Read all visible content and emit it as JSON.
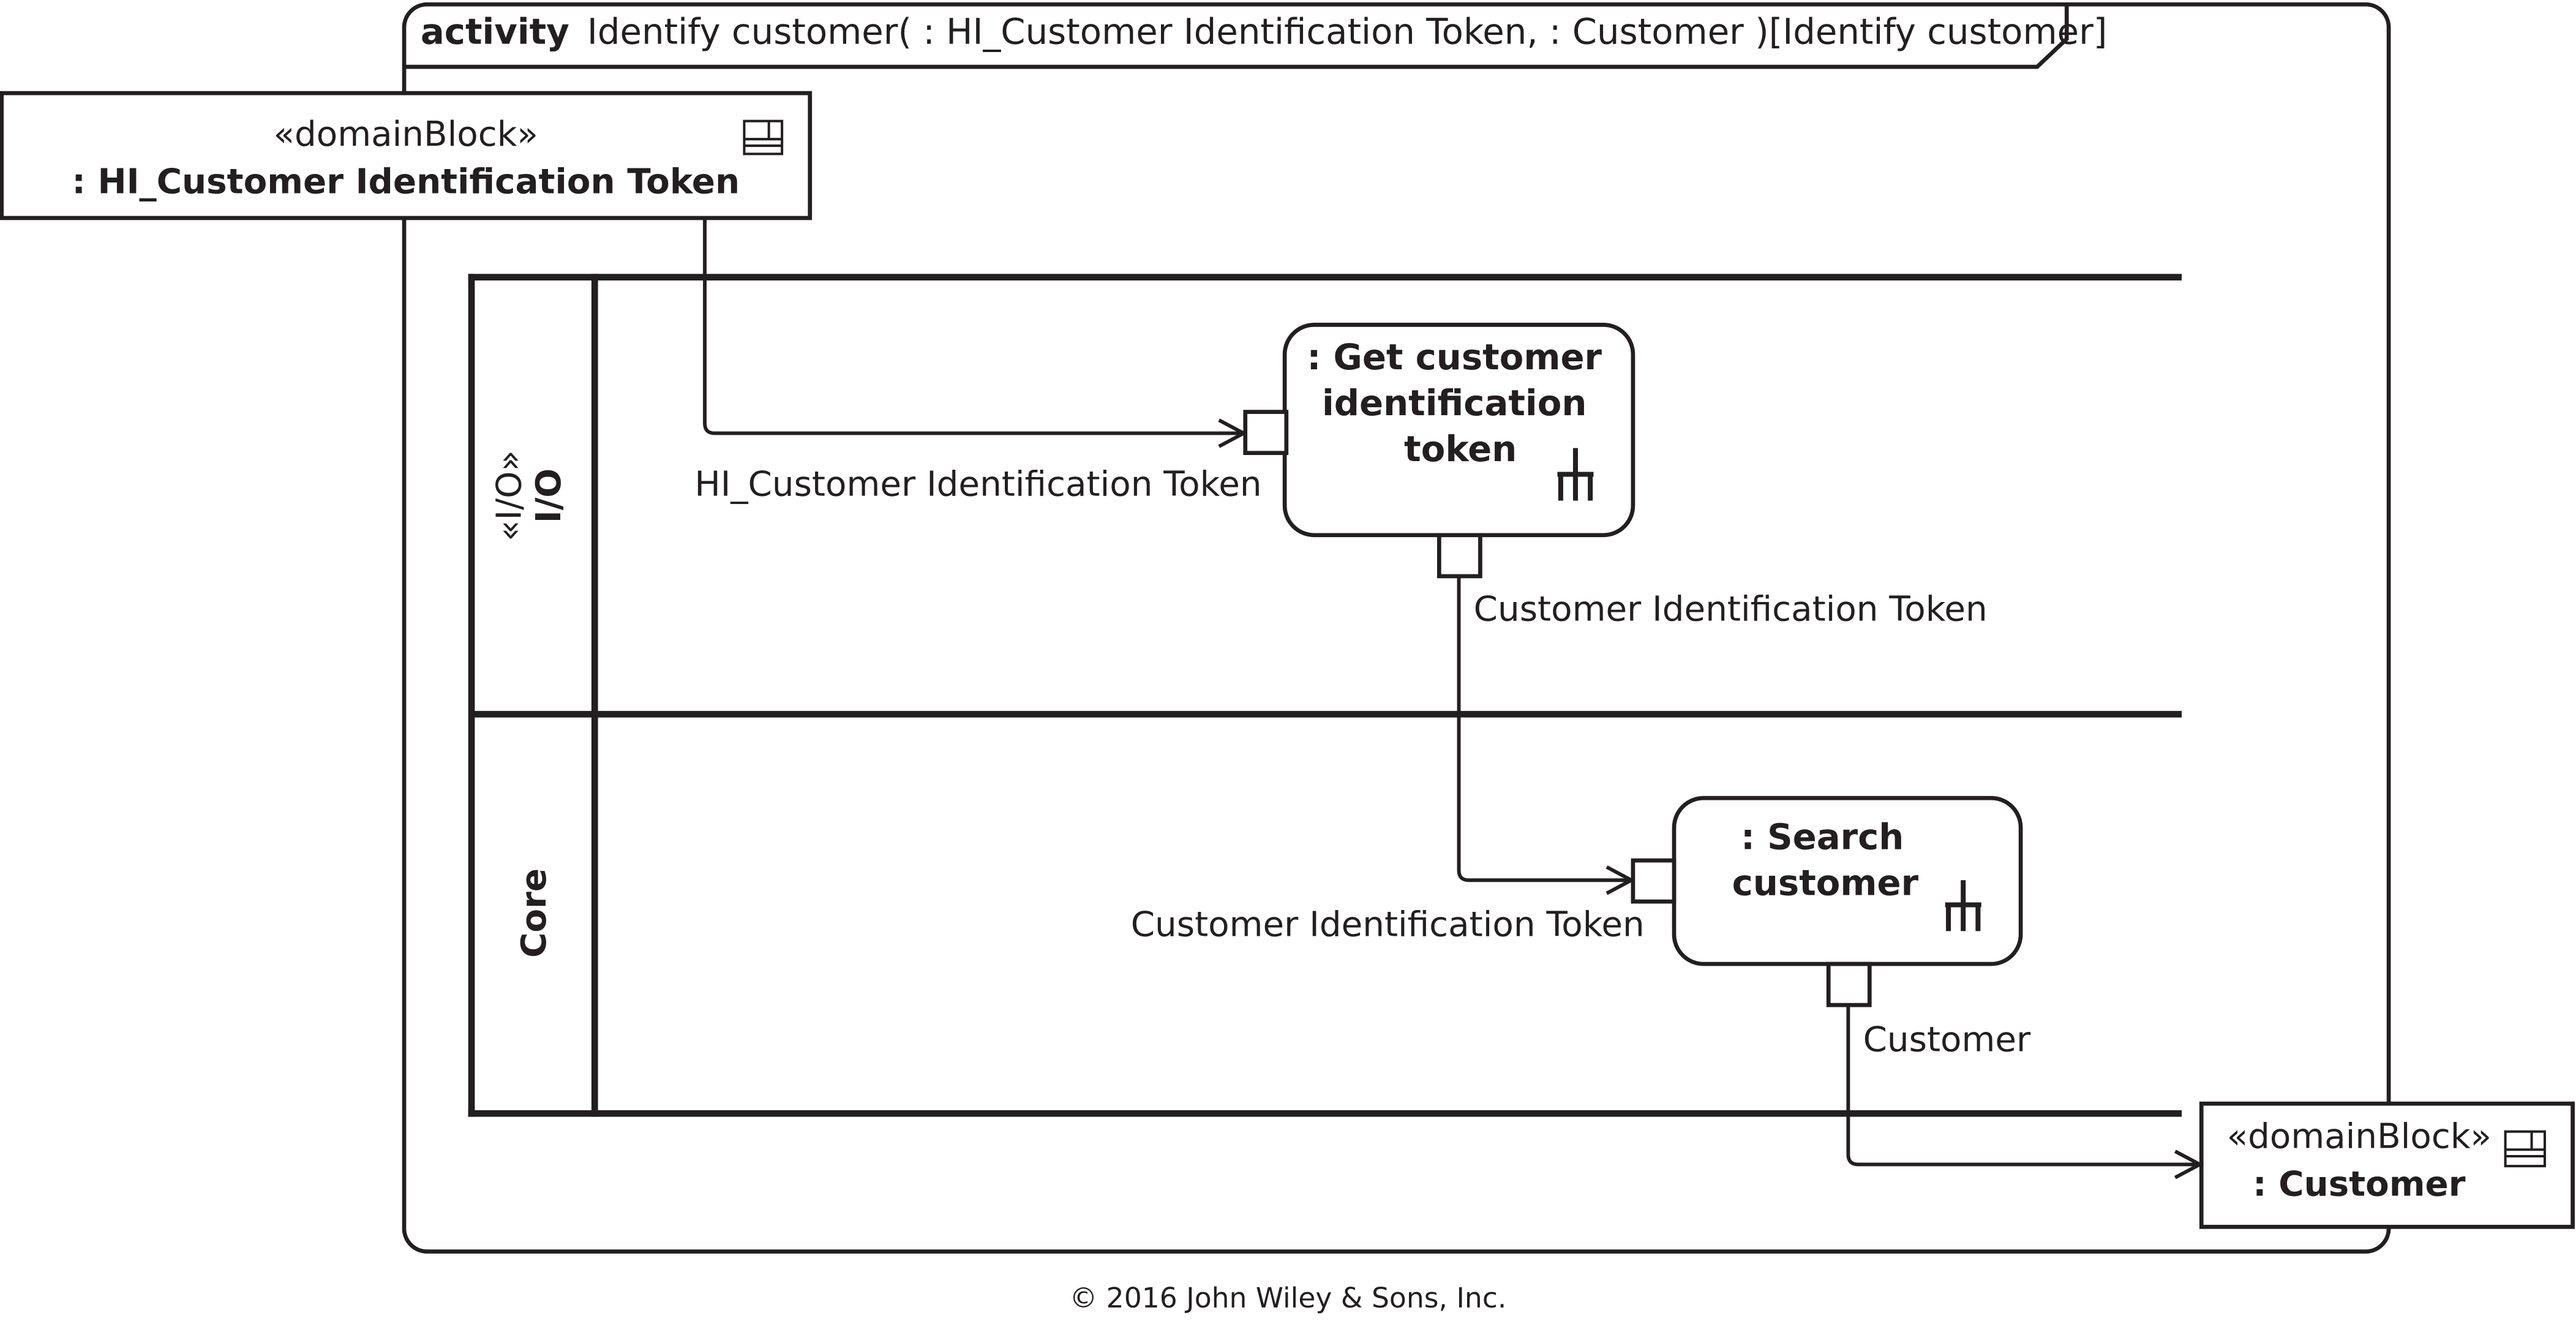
{
  "frame": {
    "keyword": "activity",
    "signature": "Identify customer( : HI_Customer Identification Token, : Customer )[Identify customer]"
  },
  "input_block": {
    "stereotype": "«domainBlock»",
    "name": ": HI_Customer Identification Token",
    "icon": "block-icon"
  },
  "output_block": {
    "stereotype": "«domainBlock»",
    "name": ": Customer",
    "icon": "block-icon"
  },
  "partitions": [
    {
      "stereotype": "«I/O»",
      "name": "I/O"
    },
    {
      "stereotype": "",
      "name": "Core"
    }
  ],
  "actions": [
    {
      "lines": [
        ": Get customer",
        "identification",
        "token"
      ],
      "icon": "call-behavior-icon",
      "input_pin_label": "HI_Customer Identification Token",
      "output_pin_label": "Customer Identification Token"
    },
    {
      "lines": [
        ": Search",
        "customer"
      ],
      "icon": "call-behavior-icon",
      "input_pin_label": "Customer Identification Token",
      "output_pin_label": "Customer"
    }
  ],
  "copyright": "© 2016 John Wiley & Sons, Inc."
}
